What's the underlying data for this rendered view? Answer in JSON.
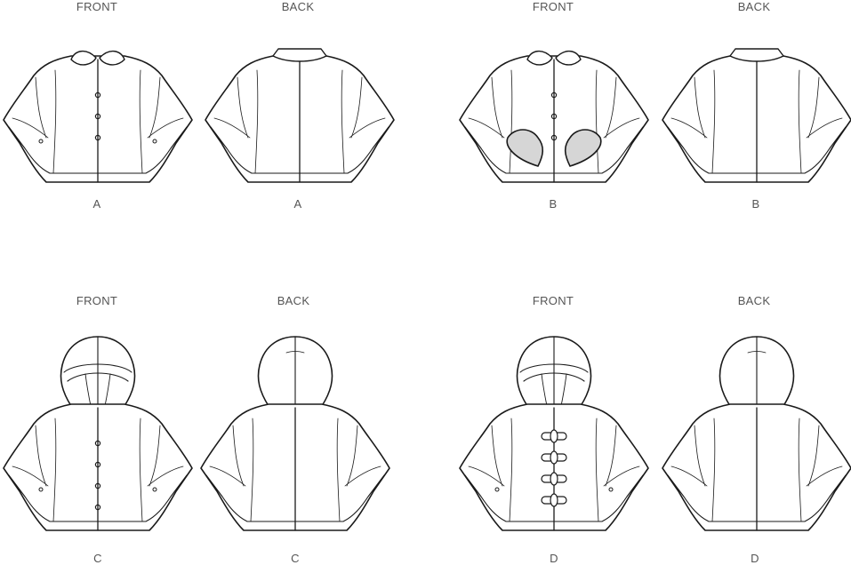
{
  "figures": [
    {
      "id": "a-front",
      "view": "FRONT",
      "letter": "A",
      "hood": false,
      "collar": true,
      "closure": "buttons",
      "pockets": "none",
      "colors": {
        "fill": "#ffffff"
      }
    },
    {
      "id": "a-back",
      "view": "BACK",
      "letter": "A",
      "hood": false,
      "collar": true,
      "closure": "none",
      "pockets": "none",
      "colors": {
        "fill": "#ffffff"
      }
    },
    {
      "id": "b-front",
      "view": "FRONT",
      "letter": "B",
      "hood": false,
      "collar": true,
      "closure": "buttons",
      "pockets": "hearts",
      "colors": {
        "fill": "#ffffff",
        "pocket": "#d6d6d6"
      }
    },
    {
      "id": "b-back",
      "view": "BACK",
      "letter": "B",
      "hood": false,
      "collar": true,
      "closure": "none",
      "pockets": "none",
      "colors": {
        "fill": "#ffffff"
      }
    },
    {
      "id": "c-front",
      "view": "FRONT",
      "letter": "C",
      "hood": true,
      "collar": false,
      "closure": "buttons",
      "pockets": "none",
      "colors": {
        "fill": "#ffffff"
      }
    },
    {
      "id": "c-back",
      "view": "BACK",
      "letter": "C",
      "hood": true,
      "collar": false,
      "closure": "none",
      "pockets": "none",
      "colors": {
        "fill": "#ffffff"
      }
    },
    {
      "id": "d-front",
      "view": "FRONT",
      "letter": "D",
      "hood": true,
      "collar": false,
      "closure": "toggles",
      "pockets": "none",
      "colors": {
        "fill": "#ffffff"
      }
    },
    {
      "id": "d-back",
      "view": "BACK",
      "letter": "D",
      "hood": true,
      "collar": false,
      "closure": "none",
      "pockets": "none",
      "colors": {
        "fill": "#ffffff"
      }
    }
  ],
  "colors": {
    "line": "#1a1a1a",
    "label": "#555555"
  }
}
